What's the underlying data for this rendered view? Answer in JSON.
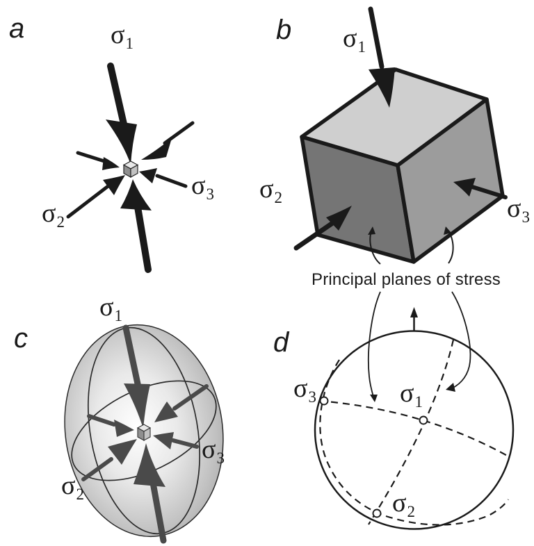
{
  "caption": "Principal planes of stress",
  "panels": {
    "a": {
      "letter": "a",
      "sigma1": {
        "sym": "σ",
        "sub": "1"
      },
      "sigma2": {
        "sym": "σ",
        "sub": "2"
      },
      "sigma3": {
        "sym": "σ",
        "sub": "3"
      }
    },
    "b": {
      "letter": "b",
      "sigma1": {
        "sym": "σ",
        "sub": "1"
      },
      "sigma2": {
        "sym": "σ",
        "sub": "2"
      },
      "sigma3": {
        "sym": "σ",
        "sub": "3"
      }
    },
    "c": {
      "letter": "c",
      "sigma1": {
        "sym": "σ",
        "sub": "1"
      },
      "sigma2": {
        "sym": "σ",
        "sub": "2"
      },
      "sigma3": {
        "sym": "σ",
        "sub": "3"
      }
    },
    "d": {
      "letter": "d",
      "sigma1": {
        "sym": "σ",
        "sub": "1"
      },
      "sigma2": {
        "sym": "σ",
        "sub": "2"
      },
      "sigma3": {
        "sym": "σ",
        "sub": "3"
      }
    }
  },
  "colors": {
    "ink": "#1a1a1a",
    "dark_arrow": "#4a4a4a",
    "cube_top": "#cfcfcf",
    "cube_left": "#757575",
    "cube_right": "#9c9c9c",
    "mini_cube_top": "#e8e8e8",
    "mini_cube_left": "#8f8f8f",
    "mini_cube_right": "#c2c2c2",
    "ellipsoid_edge": "#9d9d9d",
    "background": "#ffffff"
  }
}
